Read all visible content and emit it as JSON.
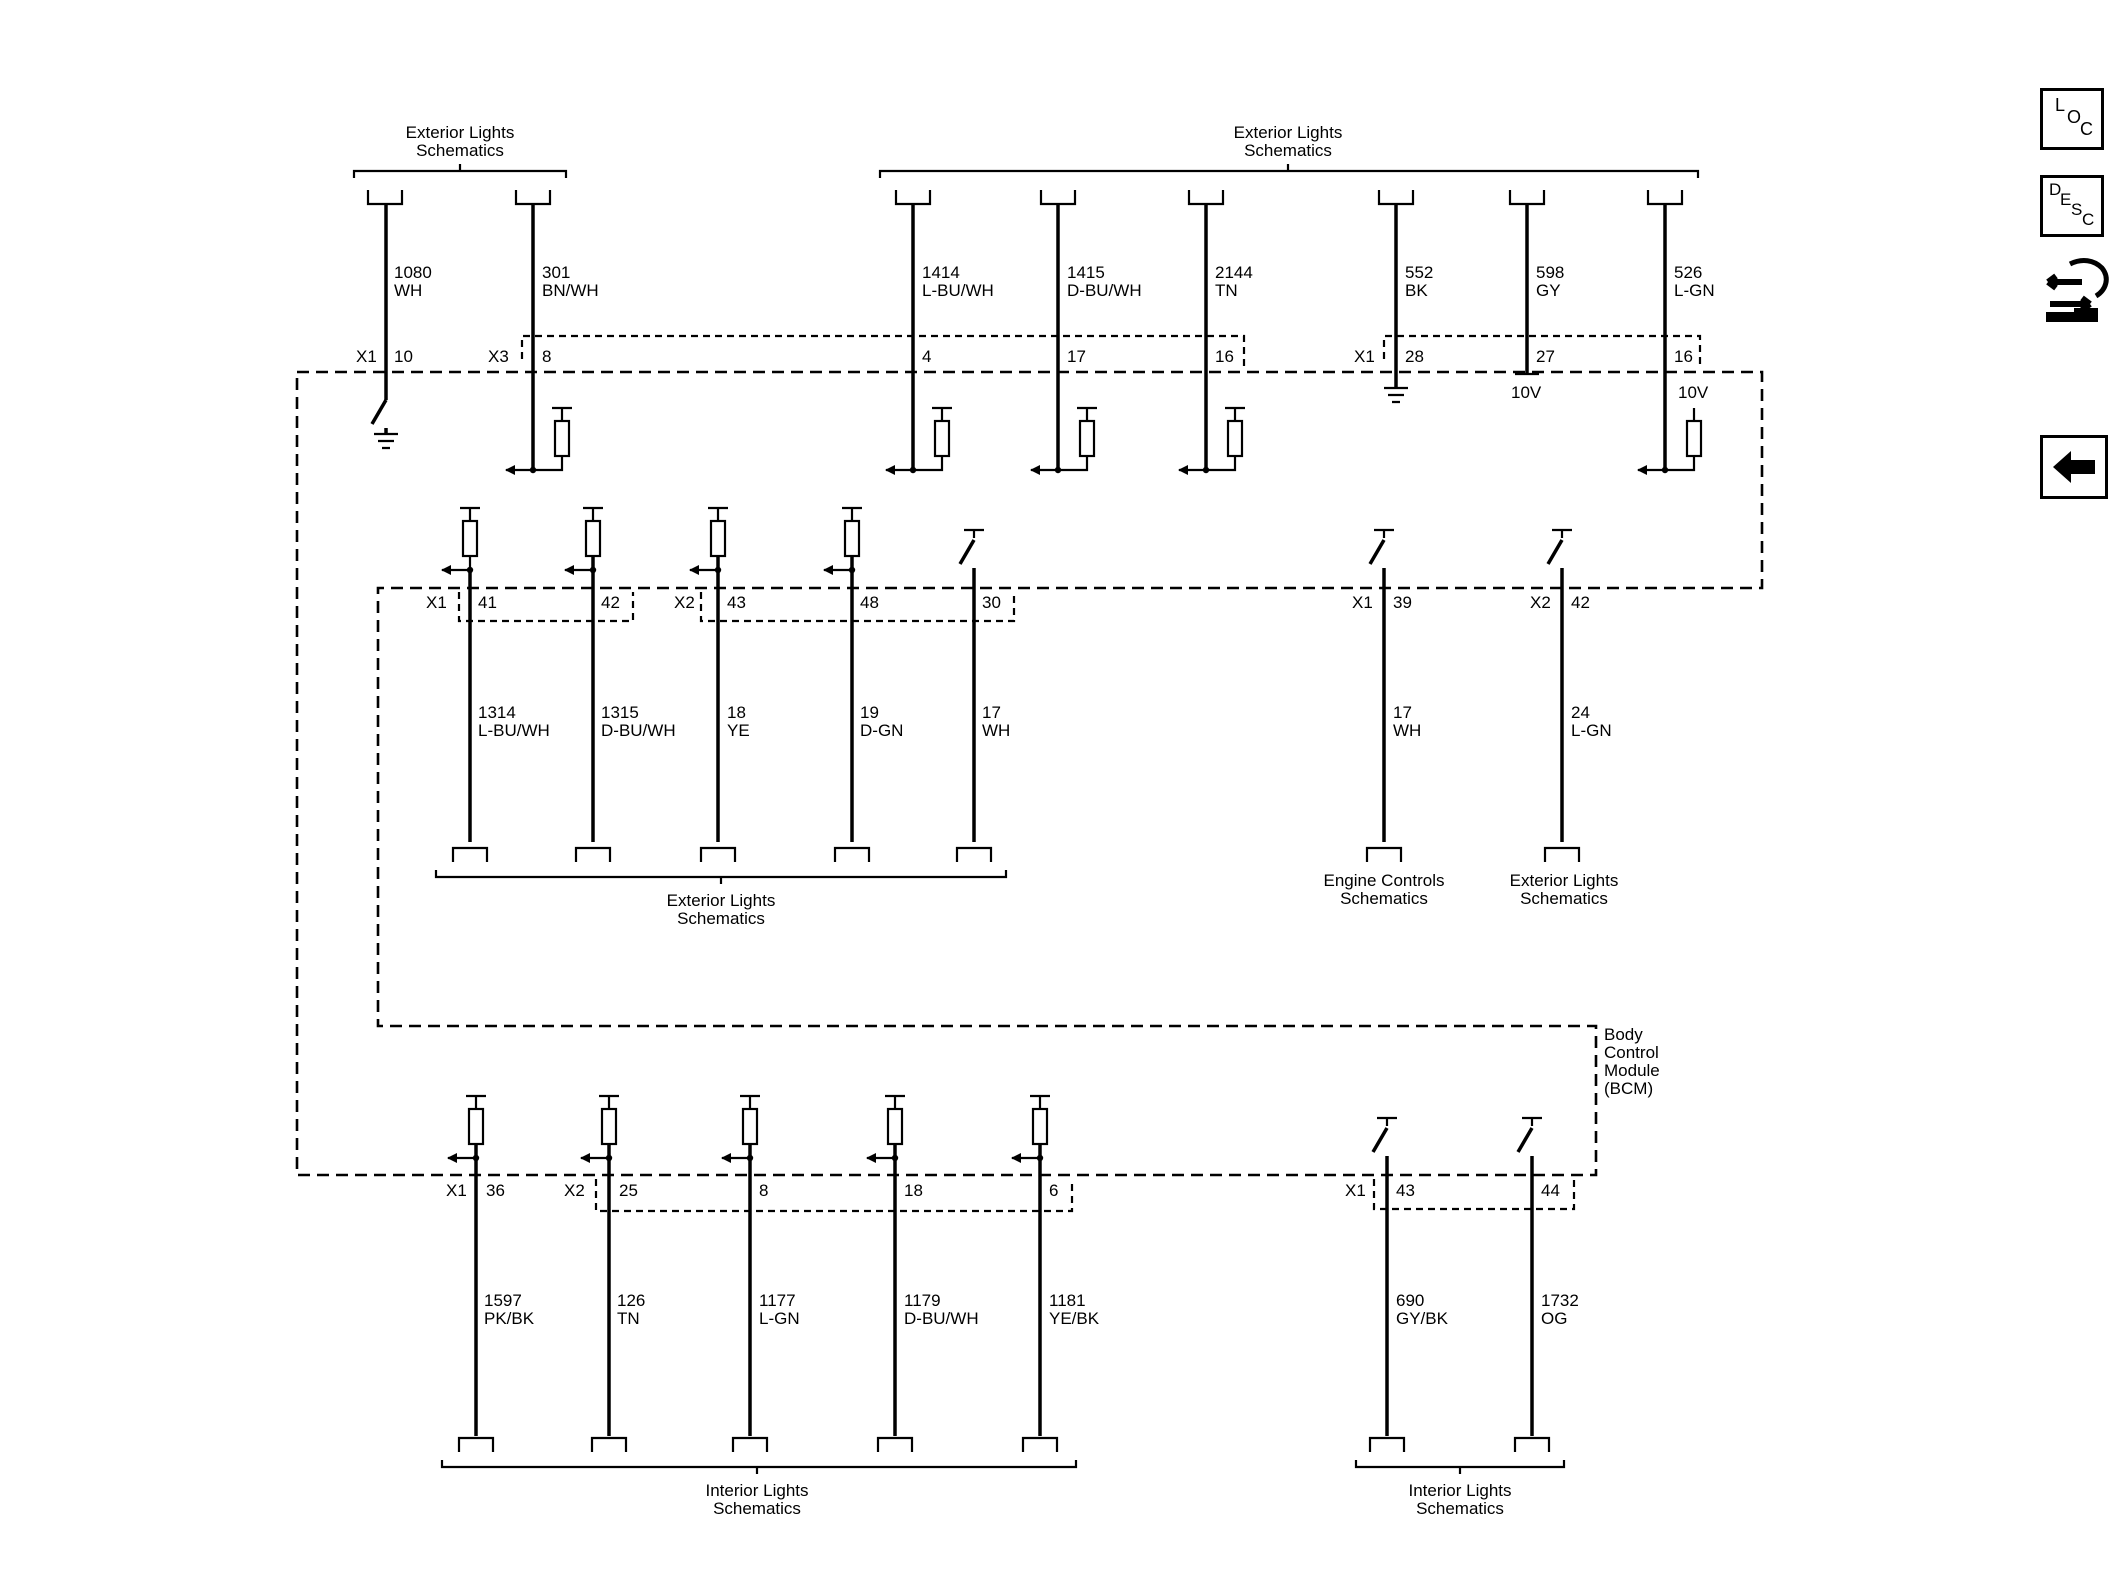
{
  "module": {
    "label_lines": [
      "Body",
      "Control",
      "Module",
      "(BCM)"
    ]
  },
  "schematic_refs": {
    "ext_top_left": [
      "Exterior Lights",
      "Schematics"
    ],
    "ext_top_right": [
      "Exterior Lights",
      "Schematics"
    ],
    "ext_mid": [
      "Exterior Lights",
      "Schematics"
    ],
    "engine": [
      "Engine Controls",
      "Schematics"
    ],
    "ext_mid_right": [
      "Exterior Lights",
      "Schematics"
    ],
    "int_left": [
      "Interior Lights",
      "Schematics"
    ],
    "int_right": [
      "Interior Lights",
      "Schematics"
    ]
  },
  "top_circuits": [
    {
      "circuit": "1080",
      "color": "WH",
      "connector": "X1",
      "pin": "10",
      "type": "switch-ground"
    },
    {
      "circuit": "301",
      "color": "BN/WH",
      "connector": "X3",
      "pin": "8",
      "type": "pullup"
    },
    {
      "circuit": "1414",
      "color": "L-BU/WH",
      "connector": "",
      "pin": "4",
      "type": "pullup"
    },
    {
      "circuit": "1415",
      "color": "D-BU/WH",
      "connector": "",
      "pin": "17",
      "type": "pullup"
    },
    {
      "circuit": "2144",
      "color": "TN",
      "connector": "",
      "pin": "16",
      "type": "pullup"
    },
    {
      "circuit": "552",
      "color": "BK",
      "connector": "X1",
      "pin": "28",
      "type": "ground"
    },
    {
      "circuit": "598",
      "color": "GY",
      "connector": "",
      "pin": "27",
      "type": "voltage",
      "voltage": "10V"
    },
    {
      "circuit": "526",
      "color": "L-GN",
      "connector": "",
      "pin": "16",
      "type": "pullup",
      "voltage": "10V"
    }
  ],
  "middle_circuits": [
    {
      "circuit": "1314",
      "color": "L-BU/WH",
      "connector": "X1",
      "pin": "41",
      "type": "pullup"
    },
    {
      "circuit": "1315",
      "color": "D-BU/WH",
      "connector": "",
      "pin": "42",
      "type": "pullup"
    },
    {
      "circuit": "18",
      "color": "YE",
      "connector": "X2",
      "pin": "43",
      "type": "pullup"
    },
    {
      "circuit": "19",
      "color": "D-GN",
      "connector": "",
      "pin": "48",
      "type": "pullup"
    },
    {
      "circuit": "17",
      "color": "WH",
      "connector": "",
      "pin": "30",
      "type": "switch"
    },
    {
      "circuit": "17",
      "color": "WH",
      "connector": "X1",
      "pin": "39",
      "type": "switch"
    },
    {
      "circuit": "24",
      "color": "L-GN",
      "connector": "X2",
      "pin": "42",
      "type": "switch"
    }
  ],
  "bottom_circuits": [
    {
      "circuit": "1597",
      "color": "PK/BK",
      "connector": "X1",
      "pin": "36",
      "type": "pullup"
    },
    {
      "circuit": "126",
      "color": "TN",
      "connector": "X2",
      "pin": "25",
      "type": "pullup"
    },
    {
      "circuit": "1177",
      "color": "L-GN",
      "connector": "",
      "pin": "8",
      "type": "pullup"
    },
    {
      "circuit": "1179",
      "color": "D-BU/WH",
      "connector": "",
      "pin": "18",
      "type": "pullup"
    },
    {
      "circuit": "1181",
      "color": "YE/BK",
      "connector": "",
      "pin": "6",
      "type": "pullup"
    },
    {
      "circuit": "690",
      "color": "GY/BK",
      "connector": "X1",
      "pin": "43",
      "type": "switch"
    },
    {
      "circuit": "1732",
      "color": "OG",
      "connector": "",
      "pin": "44",
      "type": "switch"
    }
  ],
  "side_nav": {
    "loc": {
      "letters": [
        "L",
        "O",
        "C"
      ],
      "icon": "location-icon"
    },
    "desc": {
      "letters": [
        "D",
        "E",
        "S",
        "C"
      ],
      "icon": "description-icon"
    },
    "connector_icon": "connector-hand-icon",
    "back_icon": "back-arrow-icon"
  }
}
